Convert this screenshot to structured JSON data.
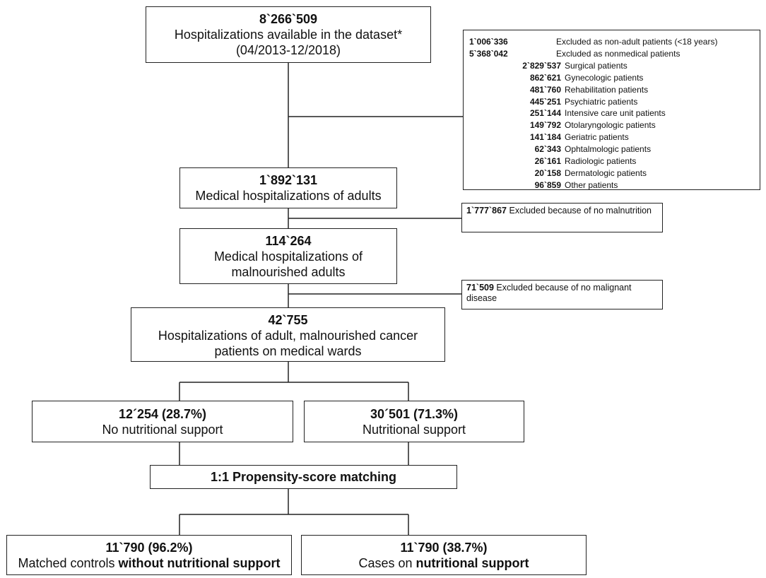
{
  "total": {
    "count": "8`266`509",
    "label": "Hospitalizations available in the dataset*",
    "period": "(04/2013-12/2018)"
  },
  "exclusions_main": [
    {
      "count": "1`006`336",
      "label": "Excluded as non-adult patients (<18 years)"
    },
    {
      "count": "5`368`042",
      "label": "Excluded as nonmedical patients"
    }
  ],
  "exclusions_sub": [
    {
      "count": "2`829`537",
      "label": "Surgical patients"
    },
    {
      "count": "862`621",
      "label": "Gynecologic patients"
    },
    {
      "count": "481`760",
      "label": "Rehabilitation patients"
    },
    {
      "count": "445`251",
      "label": "Psychiatric patients"
    },
    {
      "count": "251`144",
      "label": "Intensive care unit patients"
    },
    {
      "count": "149`792",
      "label": "Otolaryngologic patients"
    },
    {
      "count": "141`184",
      "label": "Geriatric patients"
    },
    {
      "count": "62`343",
      "label": "Ophtalmologic patients"
    },
    {
      "count": "26`161",
      "label": "Radiologic patients"
    },
    {
      "count": "20`158",
      "label": "Dermatologic patients"
    },
    {
      "count": "96`859",
      "label": "Other patients"
    }
  ],
  "medical_adults": {
    "count": "1`892`131",
    "label": "Medical hospitalizations of adults"
  },
  "excl_no_malnutrition": {
    "count": "1`777`867",
    "label": "Excluded because of no malnutrition"
  },
  "malnourished": {
    "count": "114`264",
    "label1": "Medical hospitalizations of",
    "label2": "malnourished adults"
  },
  "excl_no_malignant": {
    "count": "71`509",
    "label": "Excluded because of no malignant disease"
  },
  "cancer": {
    "count": "42`755",
    "label1": "Hospitalizations of adult, malnourished cancer",
    "label2": "patients on medical wards"
  },
  "no_support": {
    "count": "12´254 (28.7%)",
    "label": "No nutritional support"
  },
  "support": {
    "count": "30´501 (71.3%)",
    "label": "Nutritional support"
  },
  "matching": {
    "label": "1:1 Propensity-score matching"
  },
  "controls": {
    "count": "11`790 (96.2%)",
    "label_plain": "Matched controls ",
    "label_bold": "without nutritional support"
  },
  "cases": {
    "count": "11`790 (38.7%)",
    "label_plain": "Cases on ",
    "label_bold": "nutritional support"
  }
}
